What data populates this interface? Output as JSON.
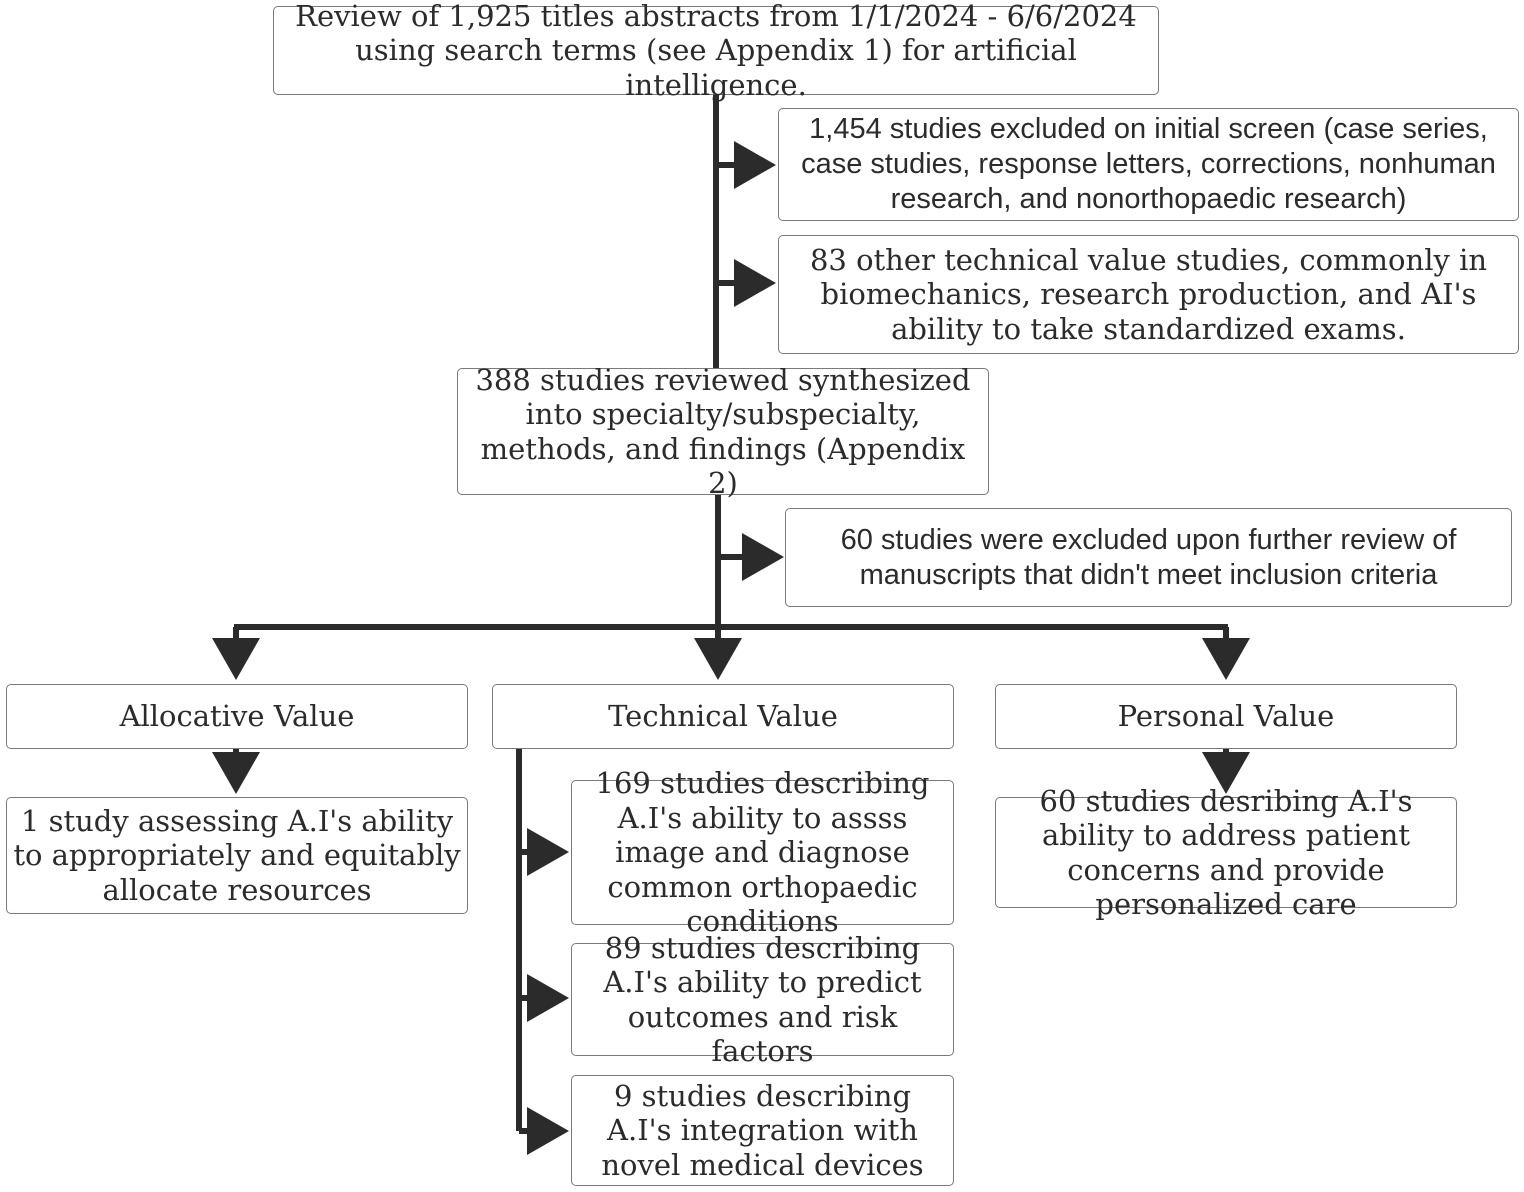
{
  "flowchart": {
    "review": "Review of 1,925 titles abstracts from 1/1/2024 - 6/6/2024 using search terms (see Appendix 1) for artificial intelligence.",
    "excluded_initial": "1,454 studies excluded on initial screen (case series, case studies, response letters, corrections, nonhuman research, and nonorthopaedic research)",
    "other_technical": "83 other technical value studies, commonly in biomechanics, research production, and AI's ability to take standardized exams.",
    "reviewed": "388 studies reviewed synthesized into specialty/subspecialty, methods, and findings (Appendix 2)",
    "excluded_further": "60 studies were excluded upon further review of manuscripts that didn't meet inclusion criteria",
    "allocative": {
      "title": "Allocative Value",
      "items": [
        "1 study assessing A.I's ability to appropriately and equitably allocate resources"
      ]
    },
    "technical": {
      "title": "Technical Value",
      "items": [
        "169 studies describing A.I's ability to assss image and diagnose common orthopaedic conditions",
        "89 studies describing A.I's ability to predict outcomes and risk factors",
        "9 studies describing A.I's integration with novel medical devices"
      ]
    },
    "personal": {
      "title": "Personal Value",
      "items": [
        "60 studies desribing A.I's ability to address patient concerns and provide personalized care"
      ]
    }
  },
  "colors": {
    "line": "#2b2b2b",
    "box_border": "#7a7a7a",
    "text": "#2b2b2b"
  }
}
